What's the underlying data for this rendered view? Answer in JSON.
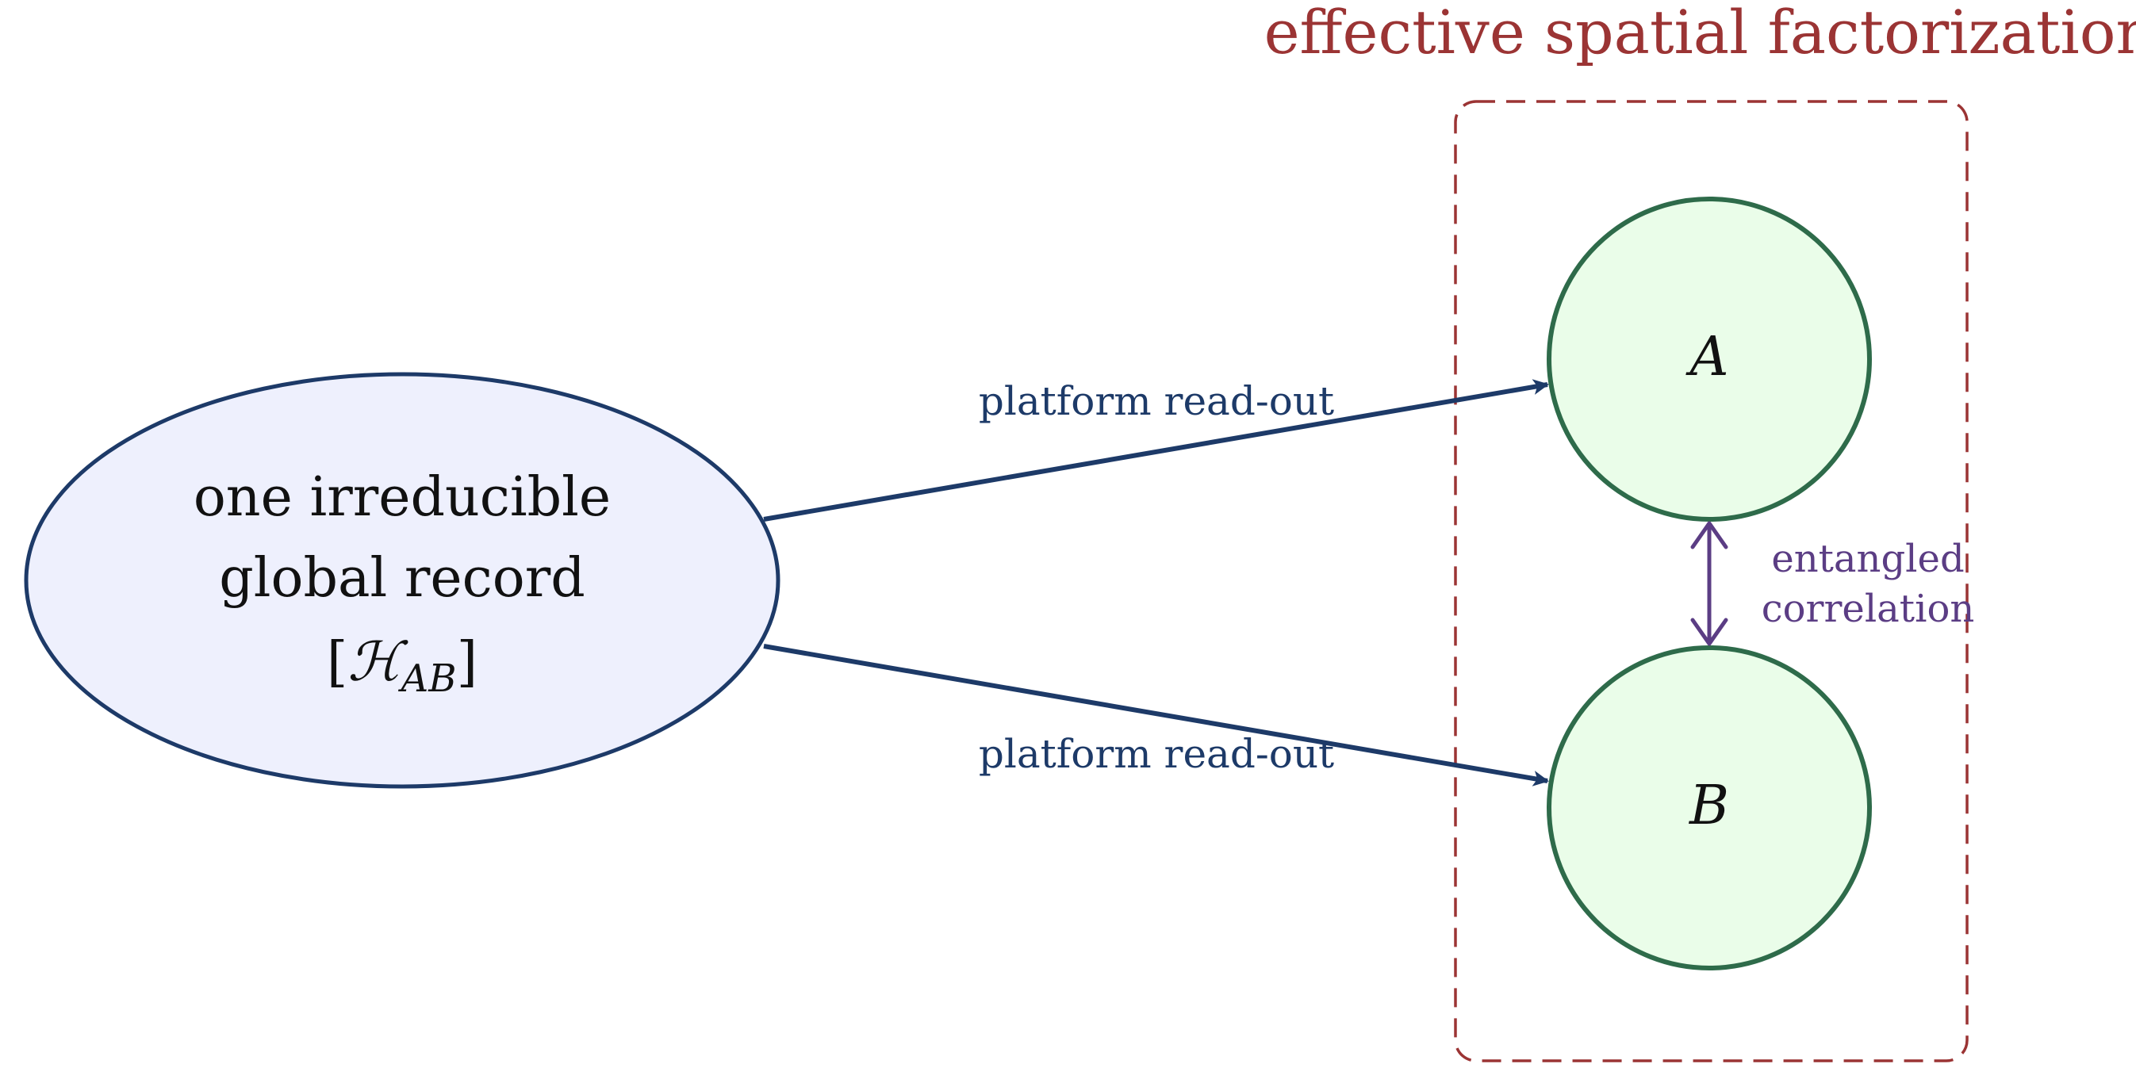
{
  "title": "effective spatial factorization",
  "global_record": {
    "line1": "one irreducible",
    "line2": "global record",
    "bracket_open": "[",
    "symbol": "ℋ",
    "subscript": "AB",
    "bracket_close": "]"
  },
  "nodes": {
    "a_label": "A",
    "b_label": "B"
  },
  "edges": {
    "readout_top": "platform read-out",
    "readout_bottom": "platform read-out",
    "correlation_line1": "entangled",
    "correlation_line2": "correlation"
  },
  "colors": {
    "navy": "#1d3a68",
    "green_stroke": "#2e6b4a",
    "green_fill": "#eafde9",
    "ellipse_fill": "#eef0fd",
    "title_red": "#9b3434",
    "purple": "#5b3d84"
  }
}
